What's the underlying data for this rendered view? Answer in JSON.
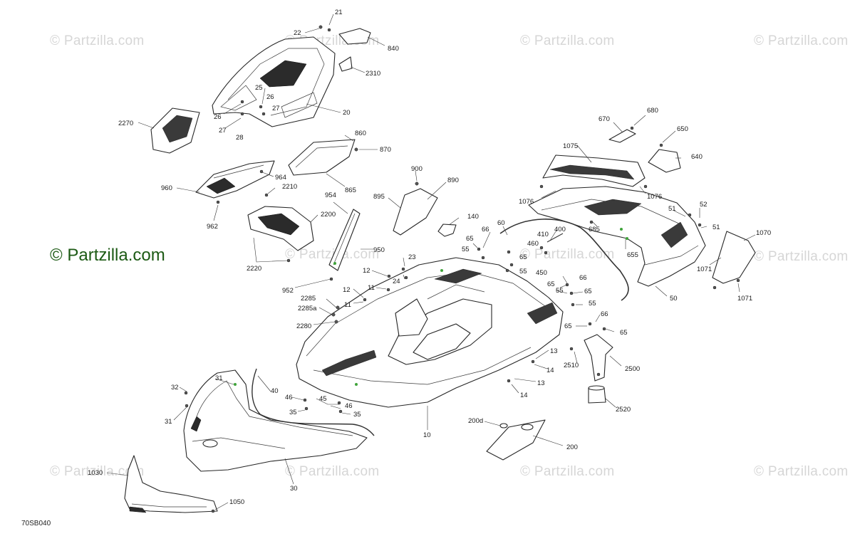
{
  "watermark": "© Partzilla.com",
  "brand": "© Partzilla.com",
  "diagram_code": "70SB040",
  "callouts": [
    "21",
    "22",
    "840",
    "2310",
    "20",
    "25",
    "26",
    "26",
    "27",
    "27",
    "28",
    "2270",
    "860",
    "870",
    "900",
    "890",
    "895",
    "865",
    "960",
    "964",
    "2210",
    "962",
    "2200",
    "954",
    "950",
    "2220",
    "952",
    "140",
    "65",
    "66",
    "55",
    "60",
    "410",
    "460",
    "450",
    "400",
    "685",
    "655",
    "65",
    "55",
    "1075",
    "670",
    "680",
    "650",
    "640",
    "1076",
    "1076",
    "51",
    "52",
    "51",
    "1070",
    "1071",
    "1071",
    "50",
    "23",
    "24",
    "12",
    "11",
    "12",
    "11",
    "2285",
    "2285a",
    "2280",
    "66",
    "65",
    "55",
    "65",
    "55",
    "66",
    "65",
    "65",
    "13",
    "14",
    "2510",
    "2500",
    "13",
    "14",
    "2520",
    "31",
    "32",
    "31",
    "40",
    "46",
    "45",
    "46",
    "35",
    "35",
    "200d",
    "200",
    "10",
    "1030",
    "1050",
    "30"
  ]
}
